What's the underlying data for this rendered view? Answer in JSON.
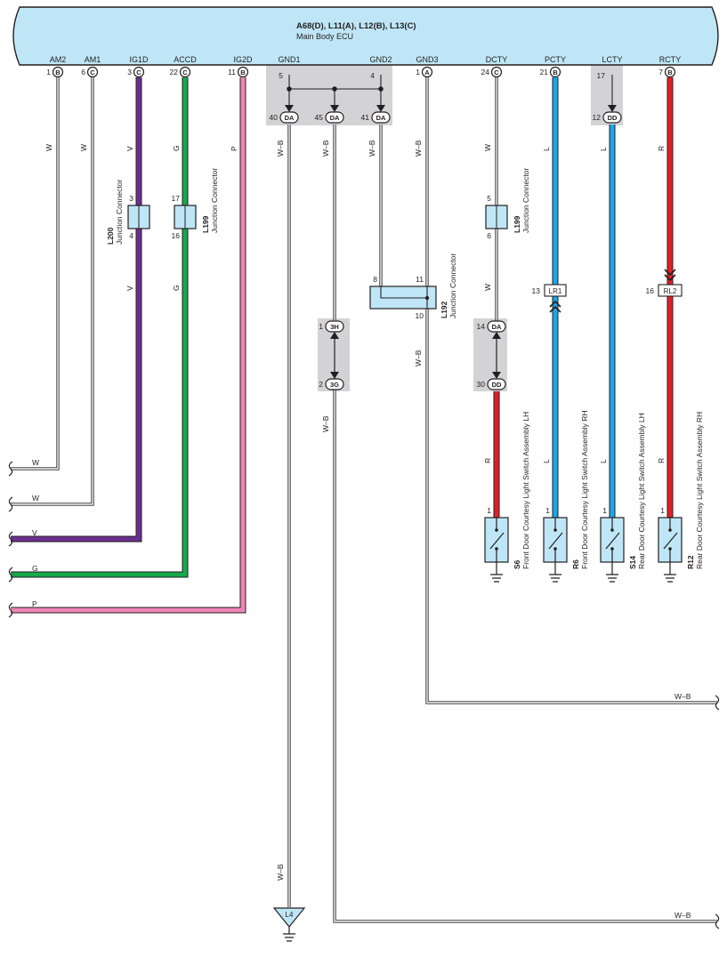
{
  "ecu": {
    "connectors": "A68(D), L11(A), L12(B), L13(C)",
    "name": "Main Body ECU"
  },
  "pins": [
    {
      "label": "AM2",
      "num": "1",
      "conn": "B",
      "wire": "W"
    },
    {
      "label": "AM1",
      "num": "6",
      "conn": "C",
      "wire": "W"
    },
    {
      "label": "IG1D",
      "num": "3",
      "conn": "C",
      "wire": "V"
    },
    {
      "label": "ACCD",
      "num": "22",
      "conn": "C",
      "wire": "G"
    },
    {
      "label": "IG2D",
      "num": "11",
      "conn": "B",
      "wire": "P"
    },
    {
      "label": "GND1",
      "num": "5",
      "conn": "",
      "wire": "W–B"
    },
    {
      "label": "GND2",
      "num": "4",
      "conn": "",
      "wire": "W–B"
    },
    {
      "label": "GND3",
      "num": "1",
      "conn": "A",
      "wire": "W–B"
    },
    {
      "label": "DCTY",
      "num": "24",
      "conn": "C",
      "wire": "W"
    },
    {
      "label": "PCTY",
      "num": "21",
      "conn": "B",
      "wire": "L"
    },
    {
      "label": "LCTY",
      "num": "17",
      "conn": "",
      "wire": "L"
    },
    {
      "label": "RCTY",
      "num": "7",
      "conn": "B",
      "wire": "R"
    }
  ],
  "dd_connectors": [
    {
      "num": "40",
      "id": "DA"
    },
    {
      "num": "45",
      "id": "DA"
    },
    {
      "num": "41",
      "id": "DA"
    },
    {
      "num": "12",
      "id": "DD"
    },
    {
      "num": "14",
      "id": "DA"
    },
    {
      "num": "30",
      "id": "DD"
    }
  ],
  "small_connectors": [
    {
      "num": "1",
      "id": "3H"
    },
    {
      "num": "2",
      "id": "3G"
    }
  ],
  "junctions": [
    {
      "code": "L200",
      "name": "Junction Connector",
      "pin_top": "3",
      "pin_bottom": "4"
    },
    {
      "code": "L199",
      "name": "Junction Connector",
      "pin_top": "17",
      "pin_bottom": "16"
    },
    {
      "code": "L199",
      "name": "Junction Connector",
      "pin_top": "5",
      "pin_bottom": "6"
    },
    {
      "code": "L192",
      "name": "Junction Connector",
      "pin_in": "8",
      "pin_out": "11",
      "pin_bottom": "10"
    }
  ],
  "inline_connectors": [
    {
      "num": "13",
      "id": "LR1"
    },
    {
      "num": "16",
      "id": "RL2"
    }
  ],
  "switches": [
    {
      "code": "S6",
      "name": "Front Door Courtesy Light Switch Assembly LH",
      "pin": "1"
    },
    {
      "code": "R6",
      "name": "Front Door Courtesy Light Switch Assembly RH",
      "pin": "1"
    },
    {
      "code": "S14",
      "name": "Rear Door Courtesy Light Switch Assembly LH",
      "pin": "1"
    },
    {
      "code": "R12",
      "name": "Rear Door Courtesy Light Switch Assembly RH",
      "pin": "1"
    }
  ],
  "wire_codes": {
    "w": "W",
    "v": "V",
    "g": "G",
    "p": "P",
    "wb": "W–B",
    "l": "L",
    "r": "R"
  },
  "ground": {
    "label": "L4"
  },
  "colors": {
    "ecu_fill": "#bfe6f6",
    "shade": "#d3d3d5",
    "violet": "#6b2f8f",
    "green": "#17a84a",
    "pink": "#ee86b6",
    "blue": "#1aa6e8",
    "red": "#e31f26",
    "box_fill": "#bfe6f6"
  }
}
